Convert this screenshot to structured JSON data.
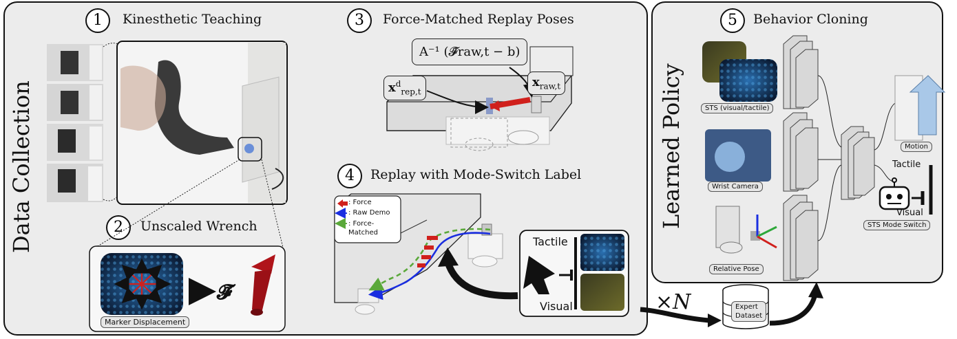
{
  "sections": {
    "s1": {
      "num": "1",
      "title": "Kinesthetic Teaching"
    },
    "s2": {
      "num": "2",
      "title": "Unscaled Wrench"
    },
    "s3": {
      "num": "3",
      "title": "Force-Matched Replay Poses"
    },
    "s4": {
      "num": "4",
      "title": "Replay with Mode-Switch Label"
    },
    "s5": {
      "num": "5",
      "title": "Behavior Cloning"
    }
  },
  "side_labels": {
    "left": "Data Collection",
    "right": "Learned Policy"
  },
  "wrench": {
    "tag": "Marker Displacement",
    "symbol": "𝓕̃"
  },
  "replay_poses": {
    "formula": "A⁻¹ (𝓕̃raw,t − b)",
    "x_rep": "x",
    "x_rep_sup": "d",
    "x_rep_sub": "rep,t",
    "x_raw": "x",
    "x_raw_sub": "raw,t"
  },
  "legend": {
    "force": ": Force",
    "raw_demo": ": Raw Demo",
    "force_matched": ": Force-\nMatched"
  },
  "mode_switch_box": {
    "tactile": "Tactile",
    "visual": "Visual"
  },
  "dataset": {
    "multiplier": "×N",
    "label": "Expert\nDataset"
  },
  "policy": {
    "inputs": [
      "STS (visual/tactile)",
      "Wrist Camera",
      "Relative Pose"
    ],
    "outputs": {
      "motion": "Motion",
      "tactile": "Tactile",
      "visual": "Visual",
      "switch": "STS Mode Switch"
    }
  },
  "colors": {
    "force": "#d0201c",
    "raw_demo": "#1a2ee0",
    "force_matched": "#5aa83a",
    "panel": "#ececec",
    "motion_arrow": "#a9c8e8"
  }
}
